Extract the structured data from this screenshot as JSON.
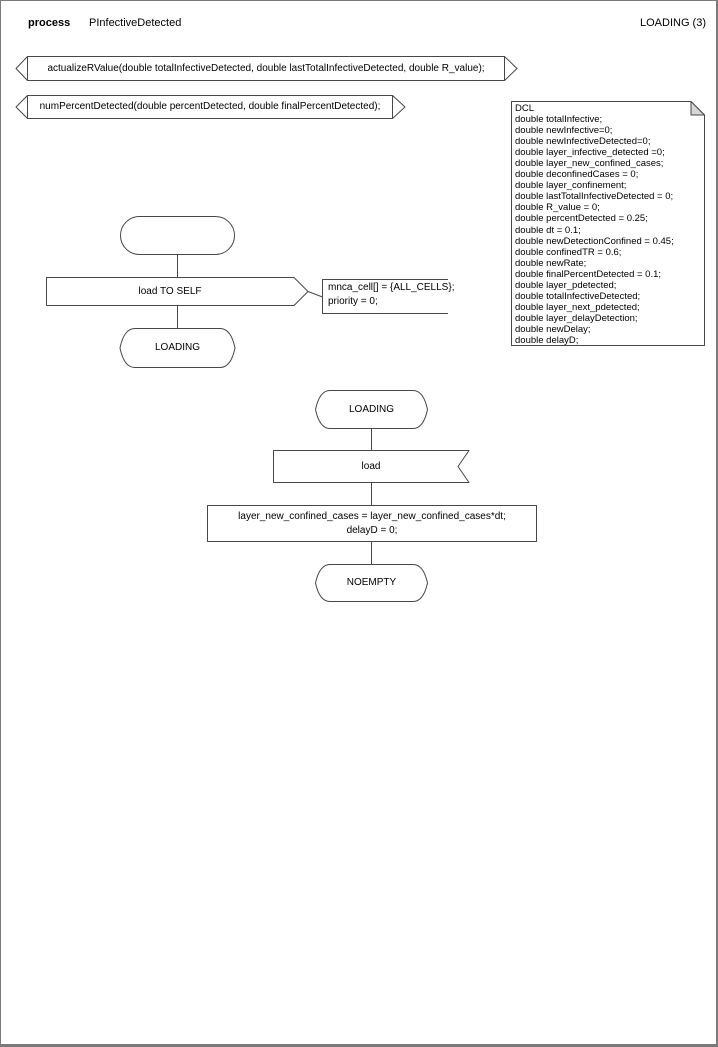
{
  "header": {
    "kind_label": "process",
    "process_name": "PInfectiveDetected",
    "page_label": "LOADING (3)"
  },
  "signal_declarations": [
    {
      "text": "actualizeRValue(double totalInfectiveDetected, double lastTotalInfectiveDetected, double R_value);"
    },
    {
      "text": "numPercentDetected(double percentDetected, double finalPercentDetected);"
    }
  ],
  "declarations": {
    "text": "DCL\ndouble totalInfective;\ndouble newInfective=0;\ndouble newInfectiveDetected=0;\ndouble layer_infective_detected =0;\ndouble layer_new_confined_cases;\ndouble deconfinedCases = 0;\ndouble layer_confinement;\ndouble lastTotalInfectiveDetected = 0;\ndouble R_value = 0;\ndouble percentDetected = 0.25;\ndouble dt = 0.1;\ndouble newDetectionConfined = 0.45;\ndouble confinedTR = 0.6;\ndouble newRate;\ndouble finalPercentDetected = 0.1;\ndouble layer_pdetected;\ndouble totalInfectiveDetected;\ndouble layer_next_pdetected;\ndouble layer_delayDetection;\ndouble newDelay;\ndouble delayD;"
  },
  "flow_start": {
    "output_label": "load TO SELF",
    "comment_line1": "mnca_cell[] = {ALL_CELLS};",
    "comment_line2": "priority = 0;",
    "next_state_label": "LOADING"
  },
  "flow_loading": {
    "state_label": "LOADING",
    "input_label": "load",
    "task_line1": "layer_new_confined_cases = layer_new_confined_cases*dt;",
    "task_line2": "delayD = 0;",
    "next_state_label": "NOEMPTY"
  },
  "colors": {
    "stroke": "#474747",
    "background": "#ffffff",
    "frame_border": "#7a7a7a",
    "fold_fill": "#d6d6d6"
  }
}
